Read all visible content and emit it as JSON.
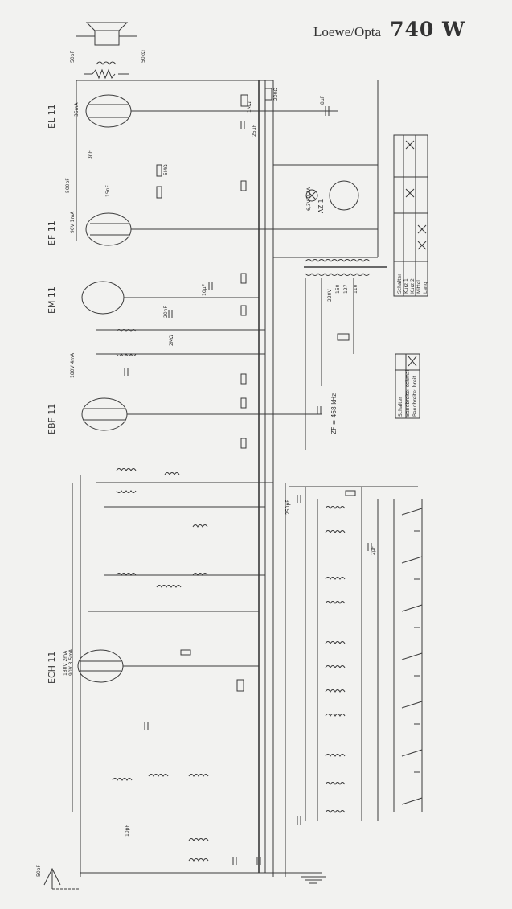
{
  "title": {
    "brand": "Loewe/Opta",
    "model": "740 W"
  },
  "tubes": [
    {
      "label": "EL 11",
      "anode": "35mA",
      "g2": ""
    },
    {
      "label": "EF 11",
      "anode": "90V 1mA",
      "g2": ""
    },
    {
      "label": "EM 11",
      "anode": "",
      "g2": ""
    },
    {
      "label": "EBF 11",
      "anode": "180V 4mA",
      "g2": ""
    },
    {
      "label": "ECH 11",
      "anode": "180V 2mA",
      "g2": "90V 3,5mA"
    }
  ],
  "rectifier": {
    "label": "AZ 1"
  },
  "pilot_lamp": {
    "label": "6,3V 0,3A"
  },
  "if_label": "ZF = 468 kHz",
  "labels": {
    "speaker_cap": "50pF",
    "speaker_res": "50kΩ",
    "c_3nF": "3nF",
    "c_8uF": "8μF",
    "r_200": "200Ω",
    "r_1MO": "1MΩ",
    "c_500pF": "500pF",
    "c_25uF": "25μF",
    "c_15nF": "15nF",
    "r_5MO": "5MΩ",
    "c_20nF": "20nF",
    "c_10uF": "10μF",
    "c_2uF": "2μF",
    "r_2MO": "2MΩ",
    "c_250pF": "250pF",
    "c_10pF": "10pF",
    "aerial_cap": "50pF",
    "mains_v": "220V",
    "mains_110": "110",
    "mains_127": "127",
    "mains_150": "150"
  },
  "table1": {
    "rows": [
      "Schalter",
      "Kurz 1",
      "Kurz 2",
      "Mittel",
      "Lang"
    ]
  },
  "table2": {
    "rows": [
      "Schalter",
      "Bandbreite: schmal",
      "Bandbreite: breit"
    ]
  },
  "colors": {
    "ink": "#3a3a3a",
    "paper": "#f2f2f0"
  }
}
